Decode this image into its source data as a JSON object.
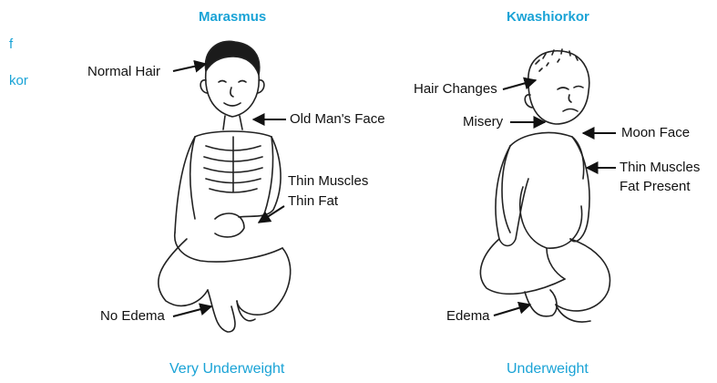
{
  "colors": {
    "accent": "#1aa3d6",
    "text": "#111111",
    "line": "#222222"
  },
  "edge_fragment": {
    "line1": "f",
    "line2": "kor"
  },
  "marasmus": {
    "title": "Marasmus",
    "labels": {
      "normal_hair": "Normal Hair",
      "old_mans_face": "Old Man's Face",
      "thin_muscles": "Thin Muscles",
      "thin_fat": "Thin Fat",
      "no_edema": "No Edema"
    },
    "footer": "Very Underweight"
  },
  "kwashiorkor": {
    "title": "Kwashiorkor",
    "labels": {
      "hair_changes": "Hair Changes",
      "misery": "Misery",
      "moon_face": "Moon Face",
      "thin_muscles": "Thin Muscles",
      "fat_present": "Fat Present",
      "edema": "Edema"
    },
    "footer": "Underweight"
  }
}
